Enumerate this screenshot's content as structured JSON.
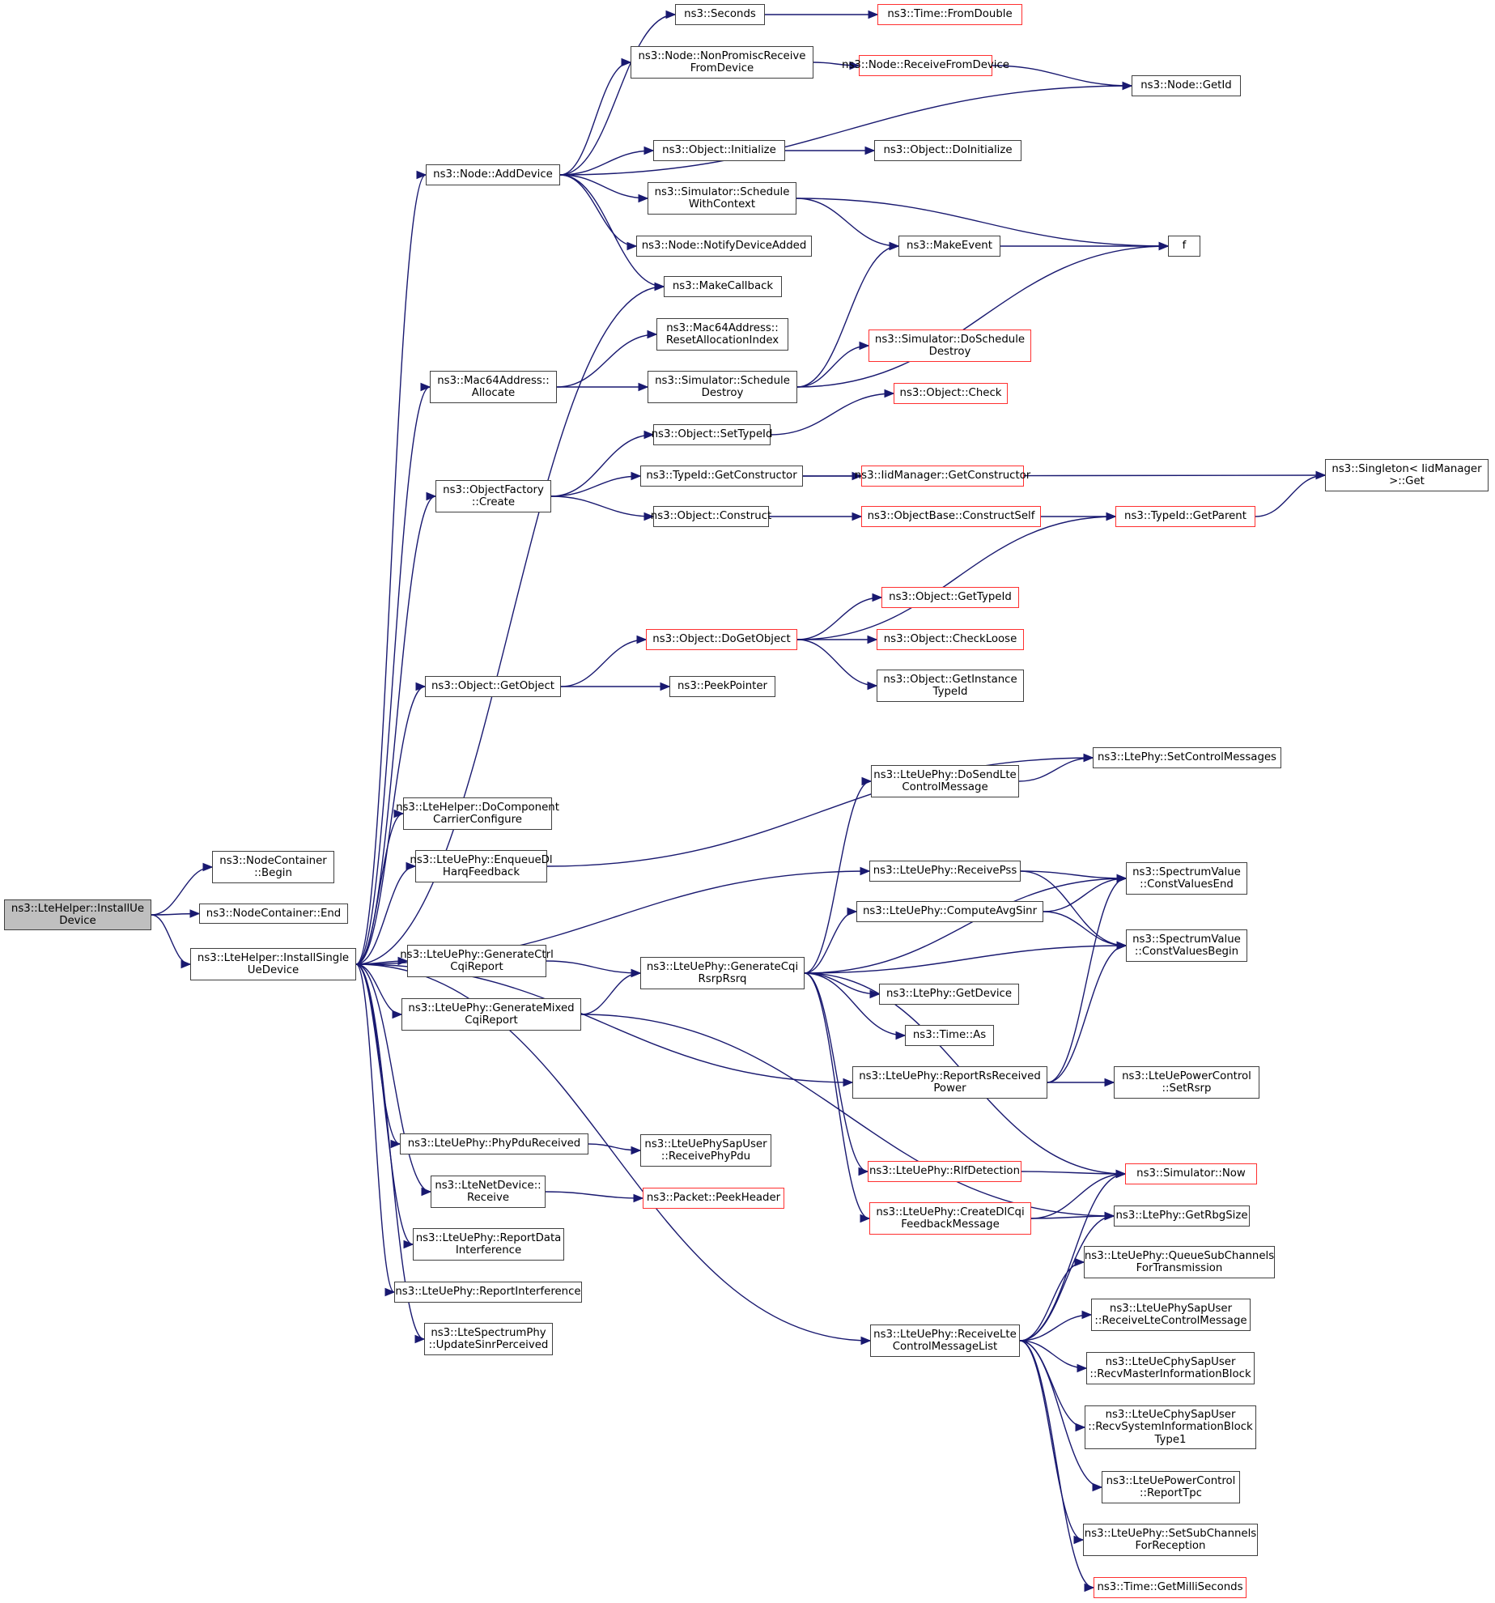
{
  "title": "ns3::LteHelper::InstallUeDevice call graph",
  "colors": {
    "edge": "#191970",
    "border": "#404040",
    "truncated_border": "#ff3030",
    "root_fill": "#bfbfbf"
  },
  "nodes": [
    {
      "id": "root",
      "label": "ns3::LteHelper::InstallUe\nDevice",
      "style": "root"
    },
    {
      "id": "ncBegin",
      "label": "ns3::NodeContainer\n::Begin"
    },
    {
      "id": "ncEnd",
      "label": "ns3::NodeContainer::End"
    },
    {
      "id": "single",
      "label": "ns3::LteHelper::InstallSingle\nUeDevice"
    },
    {
      "id": "addDevice",
      "label": "ns3::Node::AddDevice"
    },
    {
      "id": "seconds",
      "label": "ns3::Seconds"
    },
    {
      "id": "fromDouble",
      "label": "ns3::Time::FromDouble",
      "style": "red"
    },
    {
      "id": "nonPromisc",
      "label": "ns3::Node::NonPromiscReceive\nFromDevice"
    },
    {
      "id": "recvFromDev",
      "label": "ns3::Node::ReceiveFromDevice",
      "style": "red"
    },
    {
      "id": "getId",
      "label": "ns3::Node::GetId"
    },
    {
      "id": "initialize",
      "label": "ns3::Object::Initialize"
    },
    {
      "id": "doInitialize",
      "label": "ns3::Object::DoInitialize"
    },
    {
      "id": "schedCtx",
      "label": "ns3::Simulator::Schedule\nWithContext"
    },
    {
      "id": "f",
      "label": "f"
    },
    {
      "id": "notifyAdded",
      "label": "ns3::Node::NotifyDeviceAdded"
    },
    {
      "id": "makeEvent",
      "label": "ns3::MakeEvent"
    },
    {
      "id": "makeCallback",
      "label": "ns3::MakeCallback"
    },
    {
      "id": "resetAlloc",
      "label": "ns3::Mac64Address::\nResetAllocationIndex"
    },
    {
      "id": "allocate",
      "label": "ns3::Mac64Address::\nAllocate"
    },
    {
      "id": "schedDestroy",
      "label": "ns3::Simulator::Schedule\nDestroy"
    },
    {
      "id": "doSchedDestroy",
      "label": "ns3::Simulator::DoSchedule\nDestroy",
      "style": "red"
    },
    {
      "id": "check",
      "label": "ns3::Object::Check",
      "style": "red"
    },
    {
      "id": "setTypeId",
      "label": "ns3::Object::SetTypeId"
    },
    {
      "id": "ofCreate",
      "label": "ns3::ObjectFactory\n::Create"
    },
    {
      "id": "tidGetCtor",
      "label": "ns3::TypeId::GetConstructor"
    },
    {
      "id": "iidGetCtor",
      "label": "ns3::IidManager::GetConstructor",
      "style": "red"
    },
    {
      "id": "singleton",
      "label": "ns3::Singleton< IidManager\n>::Get"
    },
    {
      "id": "construct",
      "label": "ns3::Object::Construct"
    },
    {
      "id": "constructSelf",
      "label": "ns3::ObjectBase::ConstructSelf",
      "style": "red"
    },
    {
      "id": "getParent",
      "label": "ns3::TypeId::GetParent",
      "style": "red"
    },
    {
      "id": "getTypeId",
      "label": "ns3::Object::GetTypeId",
      "style": "red"
    },
    {
      "id": "doGetObject",
      "label": "ns3::Object::DoGetObject",
      "style": "red"
    },
    {
      "id": "checkLoose",
      "label": "ns3::Object::CheckLoose",
      "style": "red"
    },
    {
      "id": "getObject",
      "label": "ns3::Object::GetObject"
    },
    {
      "id": "peekPointer",
      "label": "ns3::PeekPointer"
    },
    {
      "id": "getInstTid",
      "label": "ns3::Object::GetInstance\nTypeId"
    },
    {
      "id": "setCtrlMsgs",
      "label": "ns3::LtePhy::SetControlMessages"
    },
    {
      "id": "doSendLte",
      "label": "ns3::LteUePhy::DoSendLte\nControlMessage"
    },
    {
      "id": "doCcConf",
      "label": "ns3::LteHelper::DoComponent\nCarrierConfigure"
    },
    {
      "id": "enqueueDl",
      "label": "ns3::LteUePhy::EnqueueDl\nHarqFeedback"
    },
    {
      "id": "receivePss",
      "label": "ns3::LteUePhy::ReceivePss"
    },
    {
      "id": "cvEnd",
      "label": "ns3::SpectrumValue\n::ConstValuesEnd"
    },
    {
      "id": "computeAvg",
      "label": "ns3::LteUePhy::ComputeAvgSinr"
    },
    {
      "id": "cvBegin",
      "label": "ns3::SpectrumValue\n::ConstValuesBegin"
    },
    {
      "id": "genCtrl",
      "label": "ns3::LteUePhy::GenerateCtrl\nCqiReport"
    },
    {
      "id": "genCqi",
      "label": "ns3::LteUePhy::GenerateCqi\nRsrpRsrq"
    },
    {
      "id": "getDevice",
      "label": "ns3::LtePhy::GetDevice"
    },
    {
      "id": "genMixed",
      "label": "ns3::LteUePhy::GenerateMixed\nCqiReport"
    },
    {
      "id": "timeAs",
      "label": "ns3::Time::As"
    },
    {
      "id": "reportRs",
      "label": "ns3::LteUePhy::ReportRsReceived\nPower"
    },
    {
      "id": "setRsrp",
      "label": "ns3::LteUePowerControl\n::SetRsrp"
    },
    {
      "id": "phyPdu",
      "label": "ns3::LteUePhy::PhyPduReceived"
    },
    {
      "id": "recvPhyPdu",
      "label": "ns3::LteUePhySapUser\n::ReceivePhyPdu"
    },
    {
      "id": "rlf",
      "label": "ns3::LteUePhy::RlfDetection",
      "style": "red"
    },
    {
      "id": "simNow",
      "label": "ns3::Simulator::Now",
      "style": "red"
    },
    {
      "id": "netRecv",
      "label": "ns3::LteNetDevice::\nReceive"
    },
    {
      "id": "peekHeader",
      "label": "ns3::Packet::PeekHeader",
      "style": "red"
    },
    {
      "id": "createDl",
      "label": "ns3::LteUePhy::CreateDlCqi\nFeedbackMessage",
      "style": "red"
    },
    {
      "id": "rbgSize",
      "label": "ns3::LtePhy::GetRbgSize"
    },
    {
      "id": "reportData",
      "label": "ns3::LteUePhy::ReportData\nInterference"
    },
    {
      "id": "queueSub",
      "label": "ns3::LteUePhy::QueueSubChannels\nForTransmission"
    },
    {
      "id": "reportInterf",
      "label": "ns3::LteUePhy::ReportInterference"
    },
    {
      "id": "recvLteCtrl",
      "label": "ns3::LteUePhySapUser\n::ReceiveLteControlMessage"
    },
    {
      "id": "updSinr",
      "label": "ns3::LteSpectrumPhy\n::UpdateSinrPerceived"
    },
    {
      "id": "rcvLteList",
      "label": "ns3::LteUePhy::ReceiveLte\nControlMessageList"
    },
    {
      "id": "recvMib",
      "label": "ns3::LteUeCphySapUser\n::RecvMasterInformationBlock"
    },
    {
      "id": "recvSib",
      "label": "ns3::LteUeCphySapUser\n::RecvSystemInformationBlock\nType1"
    },
    {
      "id": "reportTpc",
      "label": "ns3::LteUePowerControl\n::ReportTpc"
    },
    {
      "id": "setSubRx",
      "label": "ns3::LteUePhy::SetSubChannels\nForReception"
    },
    {
      "id": "getMilli",
      "label": "ns3::Time::GetMilliSeconds",
      "style": "red"
    }
  ],
  "edges": [
    [
      "root",
      "ncBegin"
    ],
    [
      "root",
      "ncEnd"
    ],
    [
      "root",
      "single"
    ],
    [
      "single",
      "addDevice"
    ],
    [
      "single",
      "makeCallback"
    ],
    [
      "single",
      "allocate"
    ],
    [
      "single",
      "ofCreate"
    ],
    [
      "single",
      "getObject"
    ],
    [
      "single",
      "doCcConf"
    ],
    [
      "single",
      "enqueueDl"
    ],
    [
      "single",
      "receivePss"
    ],
    [
      "single",
      "genCtrl"
    ],
    [
      "single",
      "genMixed"
    ],
    [
      "single",
      "reportRs"
    ],
    [
      "single",
      "rcvLteList"
    ],
    [
      "single",
      "phyPdu"
    ],
    [
      "single",
      "netRecv"
    ],
    [
      "single",
      "reportData"
    ],
    [
      "single",
      "reportInterf"
    ],
    [
      "single",
      "updSinr"
    ],
    [
      "addDevice",
      "seconds"
    ],
    [
      "addDevice",
      "nonPromisc"
    ],
    [
      "addDevice",
      "getId"
    ],
    [
      "addDevice",
      "initialize"
    ],
    [
      "addDevice",
      "schedCtx"
    ],
    [
      "addDevice",
      "notifyAdded"
    ],
    [
      "addDevice",
      "makeCallback"
    ],
    [
      "seconds",
      "fromDouble"
    ],
    [
      "nonPromisc",
      "recvFromDev"
    ],
    [
      "recvFromDev",
      "getId"
    ],
    [
      "initialize",
      "doInitialize"
    ],
    [
      "schedCtx",
      "f"
    ],
    [
      "schedCtx",
      "makeEvent"
    ],
    [
      "makeEvent",
      "f"
    ],
    [
      "allocate",
      "resetAlloc"
    ],
    [
      "allocate",
      "schedDestroy"
    ],
    [
      "schedDestroy",
      "makeEvent"
    ],
    [
      "schedDestroy",
      "f"
    ],
    [
      "schedDestroy",
      "doSchedDestroy"
    ],
    [
      "ofCreate",
      "setTypeId"
    ],
    [
      "ofCreate",
      "tidGetCtor"
    ],
    [
      "ofCreate",
      "construct"
    ],
    [
      "setTypeId",
      "check"
    ],
    [
      "tidGetCtor",
      "iidGetCtor"
    ],
    [
      "tidGetCtor",
      "singleton"
    ],
    [
      "construct",
      "constructSelf"
    ],
    [
      "constructSelf",
      "getParent"
    ],
    [
      "getParent",
      "singleton"
    ],
    [
      "getObject",
      "doGetObject"
    ],
    [
      "getObject",
      "peekPointer"
    ],
    [
      "doGetObject",
      "getParent"
    ],
    [
      "doGetObject",
      "getTypeId"
    ],
    [
      "doGetObject",
      "checkLoose"
    ],
    [
      "doGetObject",
      "getInstTid"
    ],
    [
      "enqueueDl",
      "setCtrlMsgs"
    ],
    [
      "doSendLte",
      "setCtrlMsgs"
    ],
    [
      "receivePss",
      "cvEnd"
    ],
    [
      "receivePss",
      "cvBegin"
    ],
    [
      "computeAvg",
      "cvEnd"
    ],
    [
      "computeAvg",
      "cvBegin"
    ],
    [
      "genCtrl",
      "genCqi"
    ],
    [
      "genMixed",
      "genCqi"
    ],
    [
      "genMixed",
      "rbgSize"
    ],
    [
      "genCqi",
      "doSendLte"
    ],
    [
      "genCqi",
      "cvEnd"
    ],
    [
      "genCqi",
      "computeAvg"
    ],
    [
      "genCqi",
      "cvBegin"
    ],
    [
      "genCqi",
      "getDevice"
    ],
    [
      "genCqi",
      "timeAs"
    ],
    [
      "genCqi",
      "simNow"
    ],
    [
      "genCqi",
      "rlf"
    ],
    [
      "genCqi",
      "createDl"
    ],
    [
      "reportRs",
      "cvEnd"
    ],
    [
      "reportRs",
      "cvBegin"
    ],
    [
      "reportRs",
      "setRsrp"
    ],
    [
      "phyPdu",
      "recvPhyPdu"
    ],
    [
      "netRecv",
      "peekHeader"
    ],
    [
      "rlf",
      "simNow"
    ],
    [
      "createDl",
      "simNow"
    ],
    [
      "createDl",
      "rbgSize"
    ],
    [
      "rcvLteList",
      "simNow"
    ],
    [
      "rcvLteList",
      "rbgSize"
    ],
    [
      "rcvLteList",
      "queueSub"
    ],
    [
      "rcvLteList",
      "recvLteCtrl"
    ],
    [
      "rcvLteList",
      "recvMib"
    ],
    [
      "rcvLteList",
      "recvSib"
    ],
    [
      "rcvLteList",
      "reportTpc"
    ],
    [
      "rcvLteList",
      "setSubRx"
    ],
    [
      "rcvLteList",
      "getMilli"
    ]
  ]
}
